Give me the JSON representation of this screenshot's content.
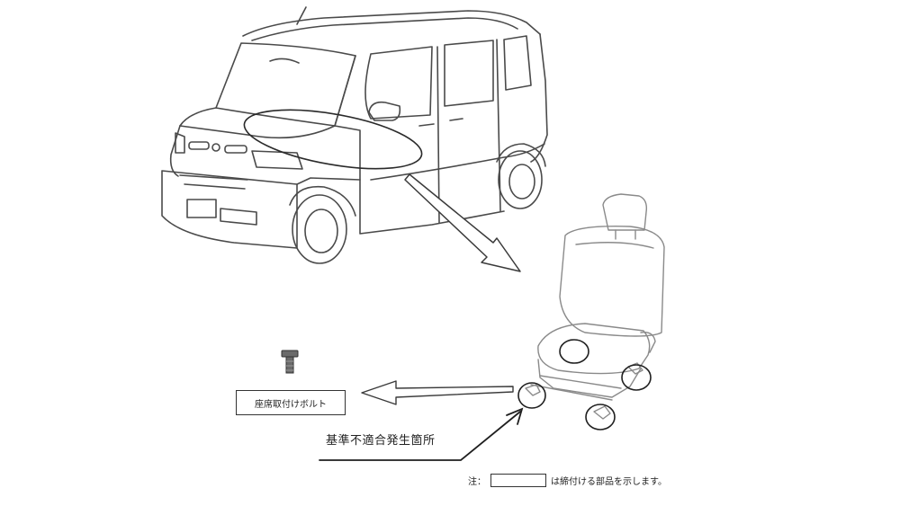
{
  "labels": {
    "bolt": "座席取付けボルト",
    "defect_location": "基準不適合発生箇所",
    "note_prefix": "注：",
    "note_suffix": "は締付ける部品を示します。"
  },
  "colors": {
    "line": "#4a4a4a",
    "light_line": "#8a8a8a",
    "background": "#ffffff"
  }
}
